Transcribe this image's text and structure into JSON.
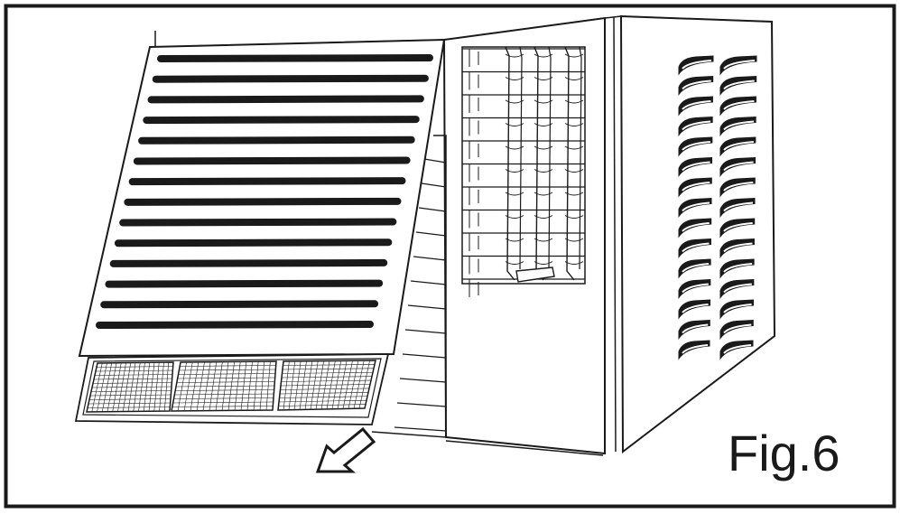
{
  "figure": {
    "label": "Fig.6",
    "ink_color": "#1a1a1a",
    "background_color": "#ffffff",
    "front_grille_slat_count": 14,
    "filter_panel_count": 3,
    "side_louver_rows": 15,
    "side_louver_columns": 2,
    "arrow_direction": "down-left"
  }
}
